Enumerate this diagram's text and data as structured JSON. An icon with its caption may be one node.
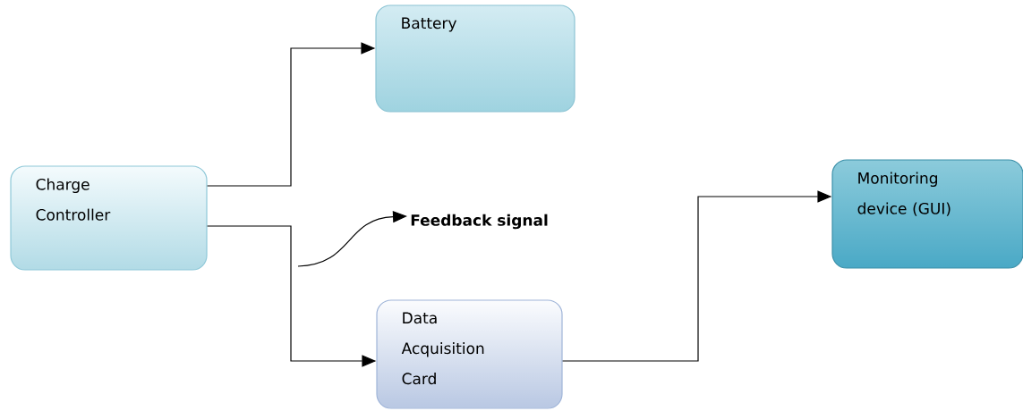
{
  "diagram": {
    "nodes": [
      {
        "text": [
          "Battery"
        ]
      },
      {
        "text": [
          "Charge Controller"
        ]
      },
      {
        "text": [
          "Monitoring device (GUI)"
        ]
      },
      {
        "text": [
          "Feedback signal"
        ]
      },
      {
        "text": [
          "Data Acquisition Card"
        ]
      }
    ],
    "edges": [
      {
        "from": 1,
        "to": 0,
        "arrow": "to"
      },
      {
        "from": 1,
        "to": 4,
        "arrow": "to"
      },
      {
        "from": 4,
        "to": 2,
        "arrow": "to"
      },
      {
        "from": null,
        "to": 3,
        "arrow": "to"
      }
    ]
  }
}
